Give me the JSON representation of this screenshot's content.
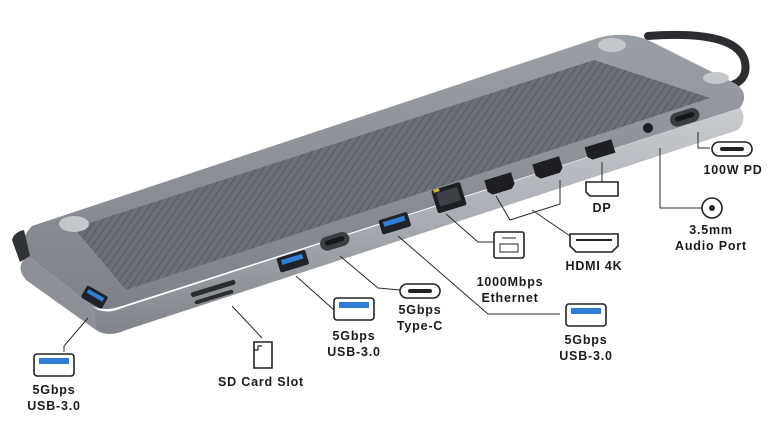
{
  "colors": {
    "hub_body": "#8a8f98",
    "hub_top": "#6f747c",
    "texture": "#5f646c",
    "port_blue": "#2f7fd8",
    "leader": "#2a2a2a"
  },
  "labels": {
    "usb_left": {
      "line1": "5Gbps",
      "line2": "USB-3.0",
      "icon": "usb-a-blue-icon"
    },
    "sd": {
      "line1": "SD Card Slot",
      "icon": "sd-card-icon"
    },
    "usb_front": {
      "line1": "5Gbps",
      "line2": "USB-3.0",
      "icon": "usb-a-blue-icon"
    },
    "typec": {
      "line1": "5Gbps",
      "line2": "Type-C",
      "icon": "usb-c-icon"
    },
    "ethernet": {
      "line1": "1000Mbps",
      "line2": "Ethernet",
      "icon": "rj45-icon"
    },
    "usb_right": {
      "line1": "5Gbps",
      "line2": "USB-3.0",
      "icon": "usb-a-blue-icon"
    },
    "hdmi": {
      "line1": "HDMI 4K",
      "icon": "hdmi-icon"
    },
    "dp": {
      "line1": "DP",
      "icon": "displayport-icon"
    },
    "audio": {
      "line1": "3.5mm",
      "line2": "Audio Port",
      "icon": "audio-jack-icon"
    },
    "pd": {
      "line1": "100W PD",
      "icon": "usb-c-icon"
    }
  }
}
